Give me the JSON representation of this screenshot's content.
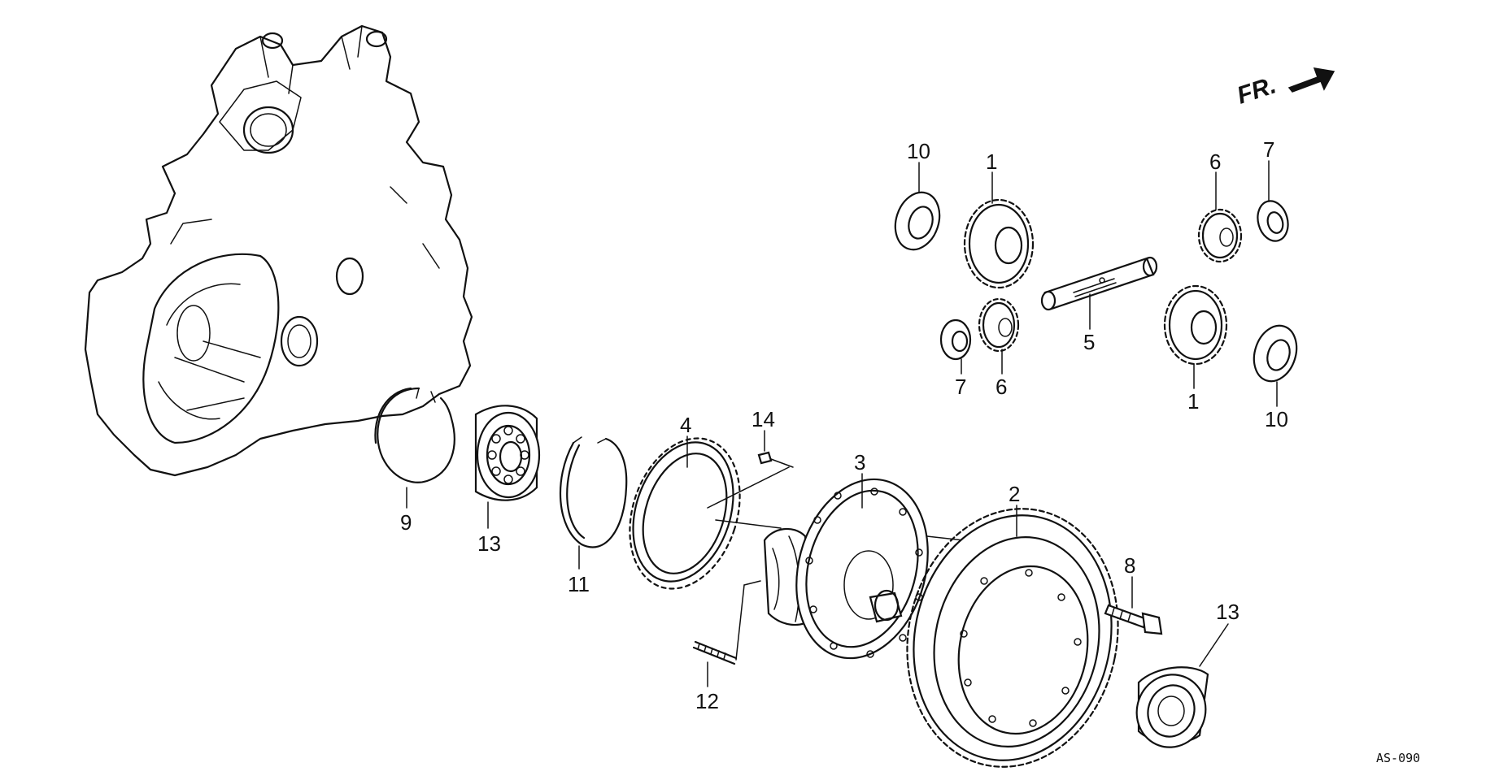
{
  "diagram": {
    "code": "AS-090",
    "direction_label": "FR.",
    "callouts": {
      "c1a": "1",
      "c1b": "1",
      "c2": "2",
      "c3": "3",
      "c4": "4",
      "c5": "5",
      "c6a": "6",
      "c6b": "6",
      "c7a": "7",
      "c7b": "7",
      "c8": "8",
      "c9": "9",
      "c10a": "10",
      "c10b": "10",
      "c11": "11",
      "c12": "12",
      "c13a": "13",
      "c13b": "13",
      "c14": "14"
    },
    "colors": {
      "line": "#111111",
      "background": "#ffffff"
    }
  }
}
